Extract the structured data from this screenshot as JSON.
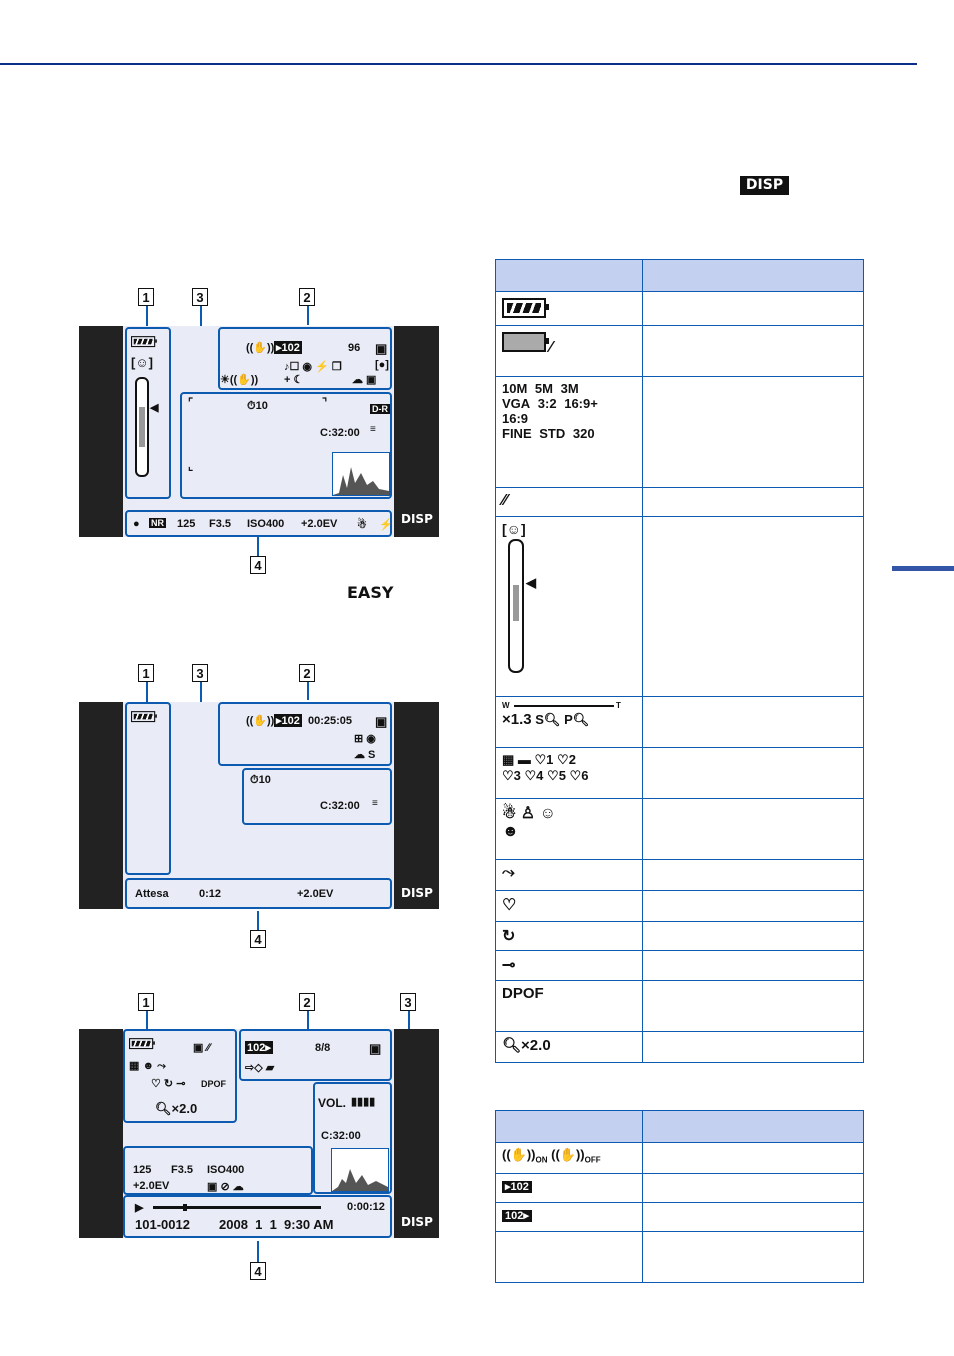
{
  "header": {
    "disp_badge": "DISP"
  },
  "screen1": {
    "callouts": [
      "1",
      "3",
      "2",
      "4"
    ],
    "box2_items": [
      "96",
      "C:32:00"
    ],
    "bottom_bar": [
      "●",
      "NR",
      "125",
      "F3.5",
      "ISO400",
      "+2.0EV"
    ],
    "disp_label": "DISP",
    "dr_label": "D-R"
  },
  "easy_label": "EASY",
  "screen2": {
    "callouts": [
      "1",
      "3",
      "2",
      "4"
    ],
    "timecode": "00:25:05",
    "remaining": "C:32:00",
    "bottom": [
      "Attesa",
      "0:12",
      "+2.0EV"
    ],
    "disp_label": "DISP"
  },
  "screen3": {
    "callouts": [
      "1",
      "2",
      "3",
      "4"
    ],
    "counter": "8/8",
    "zoom": "×2.0",
    "dpof": "DPOF",
    "vol": "VOL.",
    "remaining": "C:32:00",
    "info_line1": [
      "125",
      "F3.5",
      "ISO400"
    ],
    "info_line2": "+2.0EV",
    "time": "0:00:12",
    "file": "101-0012",
    "date": "2008  1  1  9:30 AM",
    "disp_label": "DISP"
  },
  "table1": {
    "rows": [
      {
        "icon": "battery-full-icon"
      },
      {
        "icon": "battery-empty-icon"
      },
      {
        "labels": [
          "10M",
          "5M",
          "3M",
          "VGA",
          "3:2",
          "16:9+",
          "16:9",
          "FINE",
          "STD",
          "320"
        ]
      },
      {
        "icon": "red-eye-icon"
      },
      {
        "icon": "smile-detection-icon"
      },
      {
        "labels": [
          "×1.3",
          "S",
          "P"
        ],
        "tele": "T",
        "wide": "W"
      },
      {
        "labels": [
          "1",
          "2",
          "3",
          "4",
          "5",
          "6"
        ]
      },
      {
        "icon": "face-search-icon"
      },
      {
        "icon": "rotate-icon"
      },
      {
        "icon": "favorite-icon"
      },
      {
        "icon": "rotation-icon"
      },
      {
        "icon": "protect-key-icon"
      },
      {
        "text": "DPOF"
      },
      {
        "text": "×2.0"
      }
    ]
  },
  "table2": {
    "rows": [
      {
        "labels": [
          "ON",
          "OFF"
        ]
      },
      {
        "text": "102"
      },
      {
        "text": "102"
      },
      {
        "text": ""
      }
    ]
  },
  "colors": {
    "accent": "#0d5bb0",
    "header_fill": "#c4d0ef",
    "lcd_bg": "#e9ecf6"
  }
}
